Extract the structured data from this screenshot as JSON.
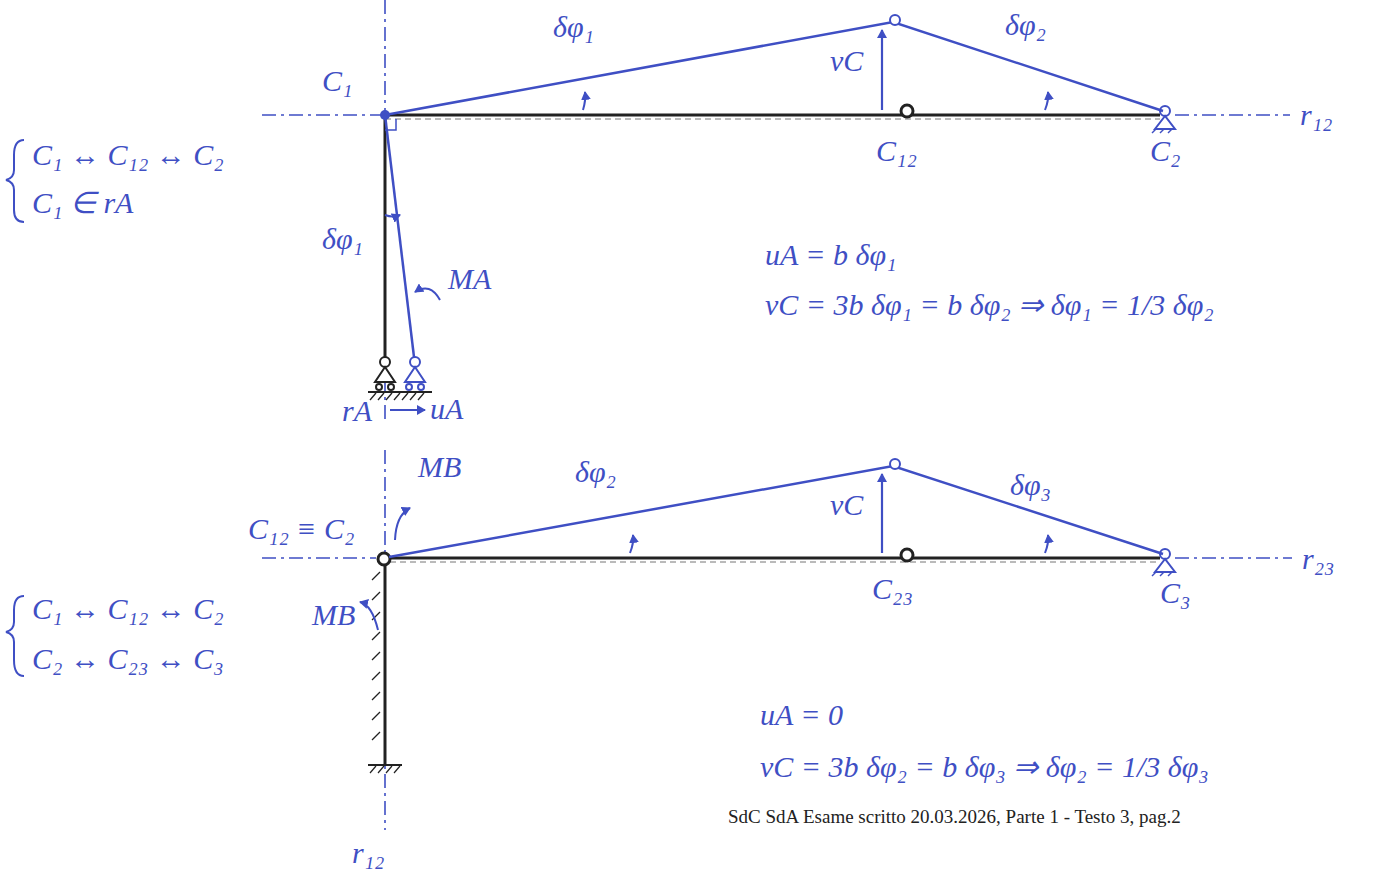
{
  "diagram": {
    "caption": "SdC SdA Esame scritto 20.03.2026, Parte 1 - Testo 3, pag.2",
    "labels": [
      "C₁",
      "δφ₁",
      "δφ₂",
      "vC",
      "C₁₂",
      "C₂",
      "r₁₂",
      "C₁ ↔ C₁₂ ↔ C₂",
      "C₁ ∈ rA",
      "δφ₁",
      "MA",
      "rA",
      "uA",
      "uA = b δφ₁",
      "vC = 3b δφ₁ = b δφ₂ ⇒ δφ₁ = 1/3 δφ₂",
      "MB",
      "δφ₂",
      "vC",
      "δφ₃",
      "C₁₂ ≡ C₂",
      "C₂₃",
      "C₃",
      "r₂₃",
      "MB",
      "C₁ ↔ C₁₂ ↔ C₂",
      "C₂ ↔ C₂₃ ↔ C₃",
      "uA = 0",
      "vC = 3b δφ₂ = b δφ₃ ⇒ δφ₂ = 1/3 δφ₃",
      "r₁₂"
    ]
  }
}
